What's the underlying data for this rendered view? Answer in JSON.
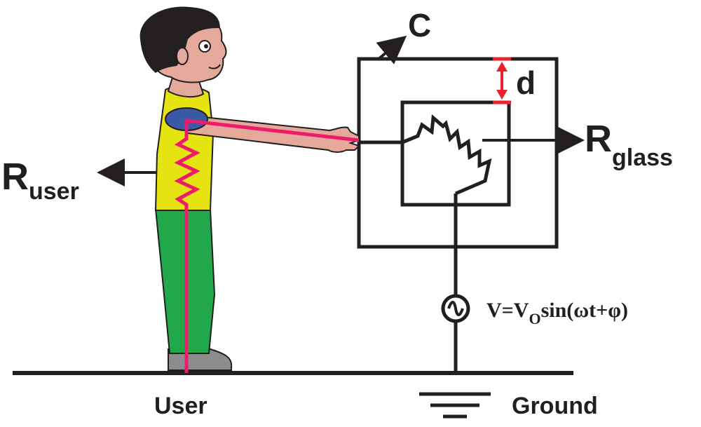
{
  "labels": {
    "capacitance": "C",
    "distance": "d",
    "r_glass_main": "R",
    "r_glass_sub": "glass",
    "r_user_main": "R",
    "r_user_sub": "user",
    "source_v": "V=V",
    "source_sub": "O",
    "source_rest": "sin(ωt+φ)",
    "user": "User",
    "ground": "Ground"
  },
  "colors": {
    "wire": "#231f20",
    "user_path": "#ec1b6b",
    "distance_marker": "#e8212b",
    "shirt": "#e6e312",
    "pants": "#21a84a",
    "skin": "#e4a99a",
    "hair": "#231f20",
    "sleeve": "#3b5aa6",
    "shoe": "#8c8c8c"
  }
}
